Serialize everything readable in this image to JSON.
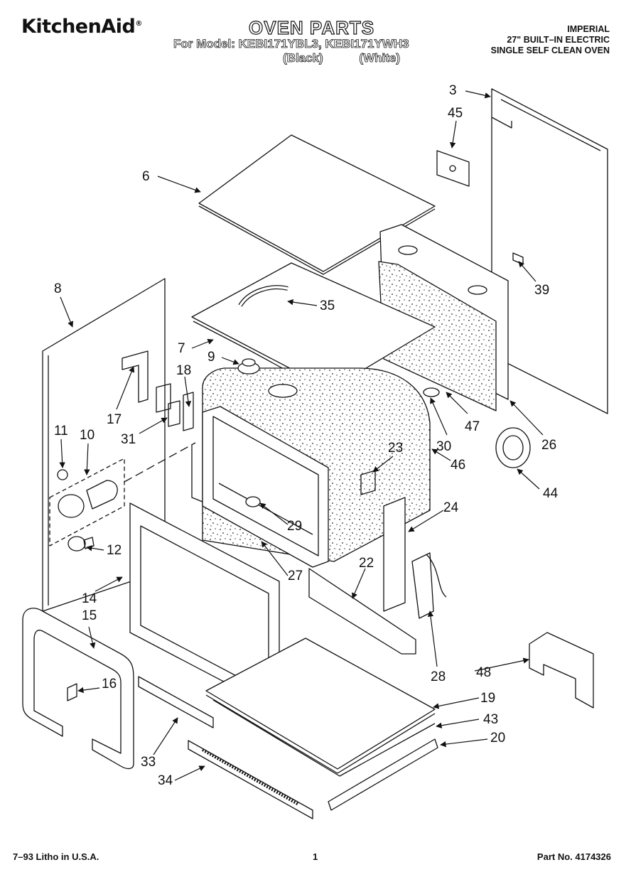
{
  "header": {
    "brand": "KitchenAid",
    "trademark": "®",
    "title": "OVEN PARTS",
    "model_line": "For Model: KEBI171YBL3,  KEBI171YWH3",
    "variant_black": "(Black)",
    "variant_white": "(White)",
    "description": [
      "IMPERIAL",
      "27\" BUILT–IN ELECTRIC",
      "SINGLE SELF CLEAN OVEN"
    ]
  },
  "footer": {
    "print_info": "7–93  Litho in U.S.A.",
    "page": "1",
    "part_number": "Part No. 4174326"
  },
  "callouts": [
    "3",
    "45",
    "6",
    "39",
    "8",
    "35",
    "7",
    "9",
    "18",
    "17",
    "31",
    "11",
    "10",
    "23",
    "30",
    "47",
    "26",
    "46",
    "44",
    "24",
    "29",
    "12",
    "27",
    "14",
    "15",
    "22",
    "28",
    "16",
    "48",
    "19",
    "43",
    "33",
    "20",
    "34"
  ]
}
